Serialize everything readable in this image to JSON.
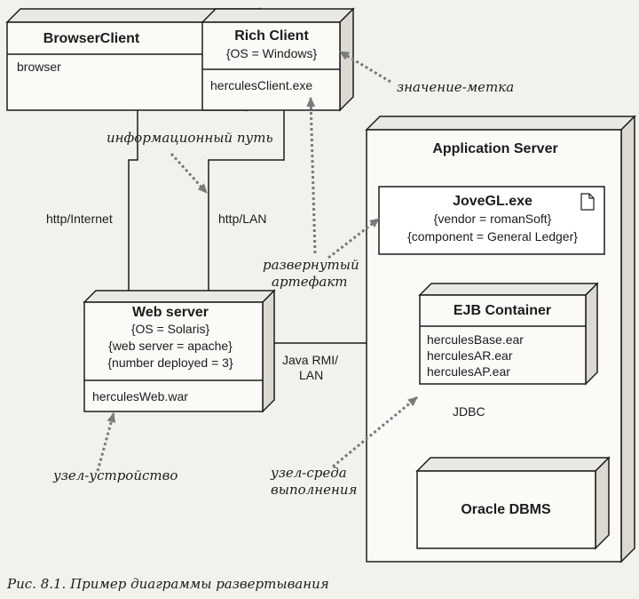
{
  "nodes": {
    "browser_client": {
      "title": "BrowserClient",
      "artifact": "browser"
    },
    "rich_client": {
      "title": "Rich Client",
      "tag": "{OS = Windows}",
      "artifact": "herculesClient.exe"
    },
    "app_server": {
      "title": "Application Server"
    },
    "jovegl": {
      "title": "JoveGL.exe",
      "tag1": "{vendor = romanSoft}",
      "tag2": "{component = General Ledger}"
    },
    "ejb": {
      "title": "EJB Container",
      "artifacts": [
        "herculesBase.ear",
        "herculesAR.ear",
        "herculesAP.ear"
      ]
    },
    "web_server": {
      "title": "Web server",
      "tag1": "{OS = Solaris}",
      "tag2": "{web server = apache}",
      "tag3": "{number deployed = 3}",
      "artifact": "herculesWeb.war"
    },
    "oracle": {
      "title": "Oracle DBMS"
    }
  },
  "connections": {
    "http_internet": "http/Internet",
    "http_lan": "http/LAN",
    "java_rmi_1": "Java RMI/",
    "java_rmi_2": "LAN",
    "jdbc": "JDBC"
  },
  "annotations": {
    "tagged_value": "значение-метка",
    "comm_path": "информационный путь",
    "deployed_artifact_1": "развернутый",
    "deployed_artifact_2": "артефакт",
    "device_node": "узел-устройство",
    "exec_env_1": "узел-среда",
    "exec_env_2": "выполнения"
  },
  "caption": "Рис. 8.1. Пример диаграммы развертывания"
}
